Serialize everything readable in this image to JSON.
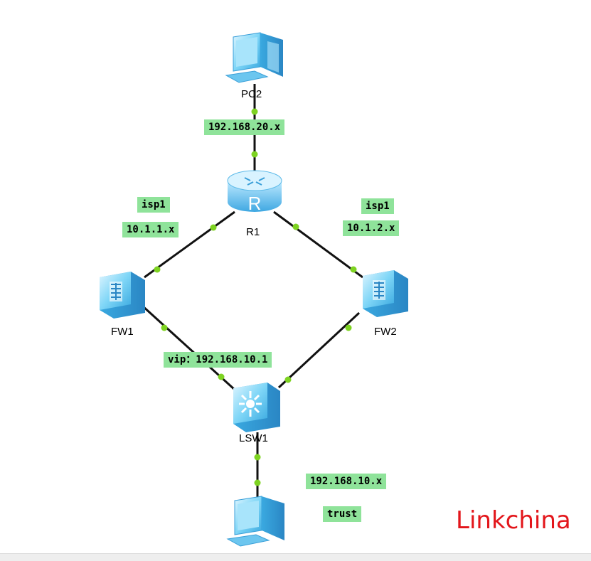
{
  "nodes": {
    "pc2": "PC2",
    "r1": "R1",
    "fw1": "FW1",
    "fw2": "FW2",
    "lsw1": "LSW1"
  },
  "tags": {
    "pc2_net": "192.168.20.x",
    "isp_left": "isp1",
    "net_left": "10.1.1.x",
    "isp_right": "isp1",
    "net_right": "10.1.2.x",
    "vip": "vip：192.168.10.1",
    "lan_net": "192.168.10.x",
    "trust": "trust"
  },
  "watermark": "Linkchina",
  "colors": {
    "link": "#111111",
    "port": "#7ed321",
    "tag_bg": "#8fe39a",
    "device": "#5ec8f2",
    "watermark": "#e3161b"
  }
}
